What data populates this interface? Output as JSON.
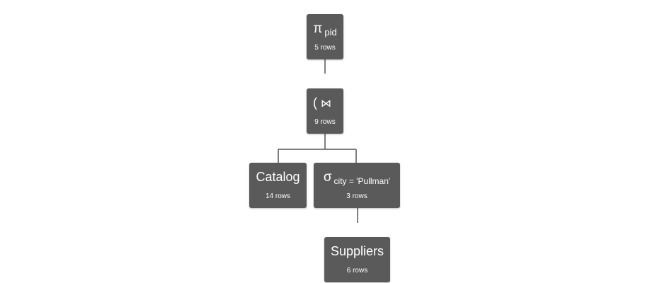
{
  "colors": {
    "node_fill": "#5a5a5a",
    "node_text": "#ffffff",
    "edge": "#555555",
    "background": "#ffffff"
  },
  "nodes": {
    "projection": {
      "symbol": "π",
      "subscript": "pid",
      "rows": "5 rows"
    },
    "join": {
      "open": "(",
      "symbol": "⋈",
      "close": ")",
      "rows": "9 rows"
    },
    "catalog": {
      "label": "Catalog",
      "rows": "14 rows"
    },
    "selection": {
      "symbol": "σ",
      "subscript": "city = 'Pullman'",
      "rows": "3 rows"
    },
    "suppliers": {
      "label": "Suppliers",
      "rows": "6 rows"
    }
  }
}
